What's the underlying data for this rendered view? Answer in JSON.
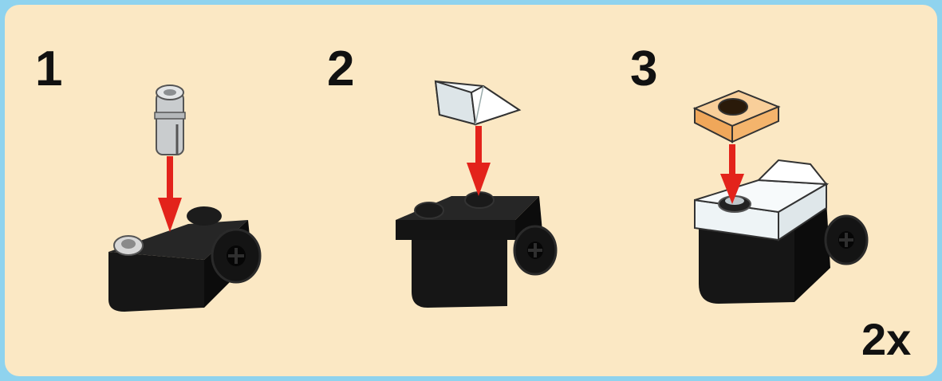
{
  "steps": [
    {
      "number": "1"
    },
    {
      "number": "2"
    },
    {
      "number": "3"
    }
  ],
  "multiplier": "2x",
  "colors": {
    "frame": "#8fd3ee",
    "background": "#fbe8c4",
    "brick": "#161616",
    "arrow": "#e3231b",
    "transparent_clear": "#eef4f6",
    "transparent_orange": "#f4b46c",
    "pin_gray": "#c9ccce"
  }
}
